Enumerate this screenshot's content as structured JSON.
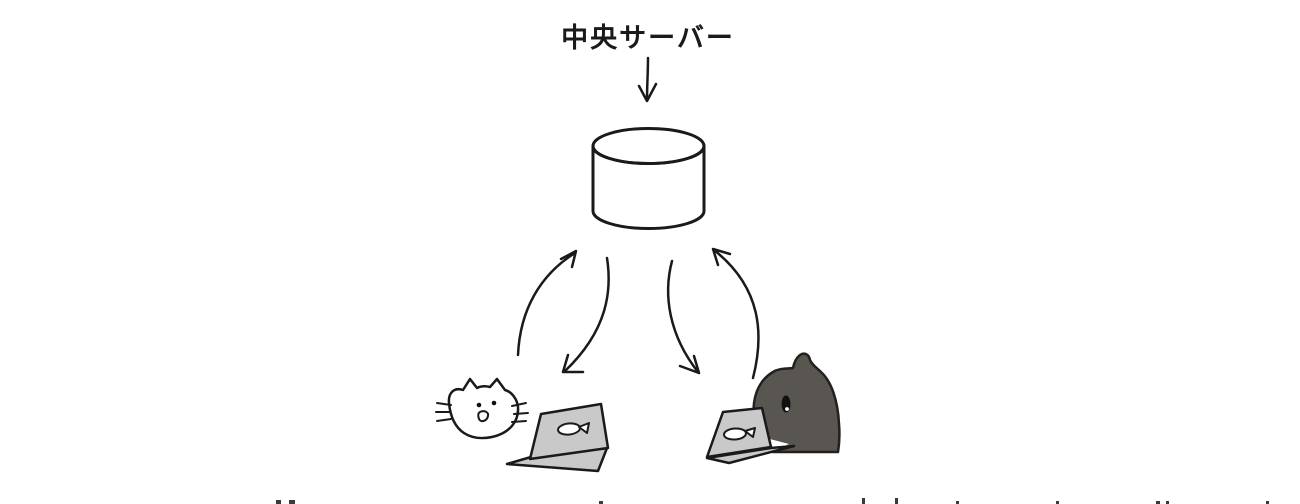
{
  "diagram": {
    "title": "中央サーバー",
    "server": {
      "label": "中央サーバー",
      "icon": "database-cylinder-icon"
    },
    "pointer": {
      "icon": "down-arrow-icon"
    },
    "sync_arrows": [
      {
        "icon": "curved-up-arrow-icon",
        "from": "cat-client",
        "to": "central-server"
      },
      {
        "icon": "curved-down-arrow-icon",
        "from": "central-server",
        "to": "cat-client"
      },
      {
        "icon": "curved-down-arrow-icon",
        "from": "central-server",
        "to": "tapir-client"
      },
      {
        "icon": "curved-up-arrow-icon",
        "from": "tapir-client",
        "to": "central-server"
      }
    ],
    "clients": [
      {
        "icon": "white-cat-icon",
        "device_icon": "laptop-fish-logo-icon"
      },
      {
        "icon": "dark-tapir-icon",
        "device_icon": "laptop-fish-logo-icon"
      }
    ]
  },
  "colors": {
    "background": "#ffffff",
    "outline": "#1a1a1a",
    "server_fill": "#f5ab6c",
    "laptop_fill": "#c9c9c9",
    "cat_fill": "#ffffff",
    "tapir_fill": "#595551",
    "tapir_outline": "#23201e",
    "fish_fill": "#ffffff",
    "eye_fill": "#111111",
    "eye_highlight": "#ffffff",
    "mouth_fill": "#ffffff",
    "crop_mark": "#3a3a3a"
  }
}
